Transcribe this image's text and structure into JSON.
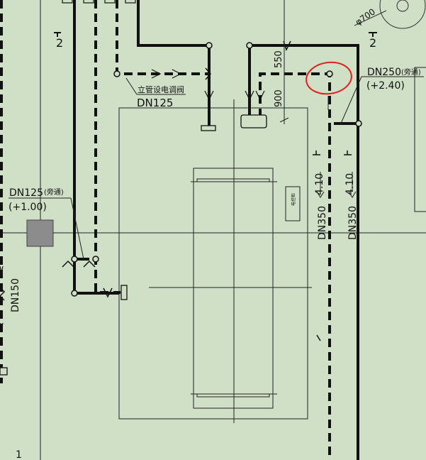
{
  "colors": {
    "background": "#cfe0c6",
    "line": "#111111",
    "thin_line": "#222222",
    "markup": "#e02020",
    "equipment_fill": "#8c8c8c"
  },
  "labels": {
    "section_left": "2",
    "section_right": "2",
    "pipe_size_label": "φ700",
    "valve_note": "立管设电调阀",
    "dn125_main": "DN125",
    "dn250": "DN250",
    "dn250_bypass": "(旁通)",
    "dn250_elev": "(+2.40)",
    "dn125_left": "DN125",
    "dn125_left_bypass": "(旁通)",
    "dn125_left_elev": "(+1.00)",
    "dn150": "DN150",
    "dn350_a": "DN350",
    "dn350_b": "DN350",
    "elev_a": "4.10",
    "elev_b": "4.10",
    "dim_550": "550",
    "dim_900": "900",
    "panel_label": "电控柜",
    "axis_mark": "1"
  },
  "icons": [
    "flow-arrow-icon",
    "check-valve-icon",
    "control-valve-icon",
    "section-marker-icon",
    "flange-icon",
    "revision-cloud-icon"
  ]
}
